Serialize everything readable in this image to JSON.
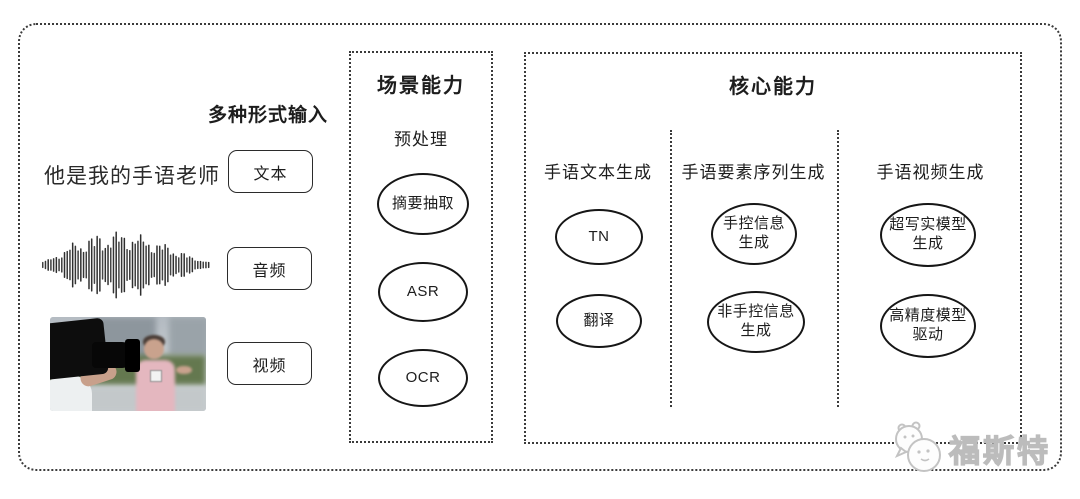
{
  "colors": {
    "ink": "#1d1d1d",
    "border": "#3b3b3b",
    "watermark": "#bcbcbc"
  },
  "input": {
    "label": "多种形式输入",
    "text_sample": "他是我的手语老师",
    "text_box": "文本",
    "audio_box": "音频",
    "video_box": "视频"
  },
  "scene": {
    "title": "场景能力",
    "subtitle": "预处理",
    "nodes": [
      "摘要抽取",
      "ASR",
      "OCR"
    ]
  },
  "core": {
    "title": "核心能力",
    "columns": [
      {
        "header": "手语文本生成",
        "nodes": [
          "TN",
          "翻译"
        ]
      },
      {
        "header": "手语要素序列生成",
        "nodes": [
          "手控信息\n生成",
          "非手控信息\n生成"
        ]
      },
      {
        "header": "手语视频生成",
        "nodes": [
          "超写实模型\n生成",
          "高精度模型\n驱动"
        ]
      }
    ]
  },
  "watermark": {
    "text": "福斯特"
  }
}
